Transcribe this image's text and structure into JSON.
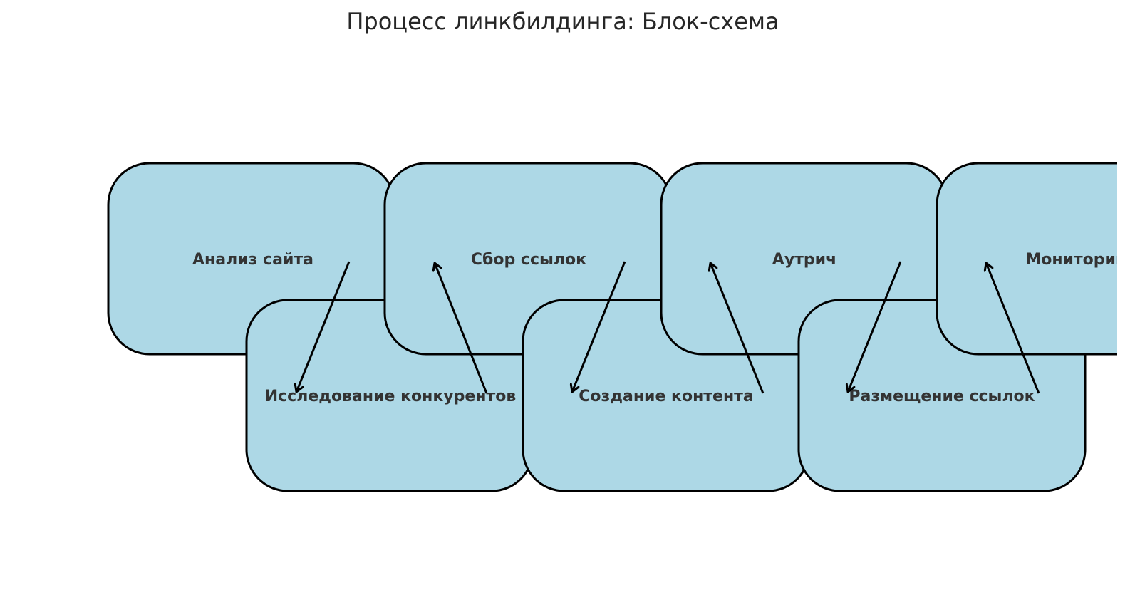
{
  "title": "Процесс линкбилдинга: Блок-схема",
  "colors": {
    "node_fill": "#add8e6",
    "node_stroke": "#000000",
    "edge": "#000000",
    "label": "#333333",
    "title": "#262626"
  },
  "nodes": [
    {
      "id": "analysis",
      "label": "Анализ сайта"
    },
    {
      "id": "competitors",
      "label": "Исследование конкурентов"
    },
    {
      "id": "collect",
      "label": "Сбор ссылок"
    },
    {
      "id": "content",
      "label": "Создание контента"
    },
    {
      "id": "outreach",
      "label": "Аутрич"
    },
    {
      "id": "placement",
      "label": "Размещение ссылок"
    },
    {
      "id": "monitoring",
      "label": "Мониторинг"
    }
  ],
  "edges": [
    {
      "from": "analysis",
      "to": "competitors"
    },
    {
      "from": "competitors",
      "to": "collect"
    },
    {
      "from": "collect",
      "to": "content"
    },
    {
      "from": "content",
      "to": "outreach"
    },
    {
      "from": "outreach",
      "to": "placement"
    },
    {
      "from": "placement",
      "to": "monitoring"
    }
  ]
}
